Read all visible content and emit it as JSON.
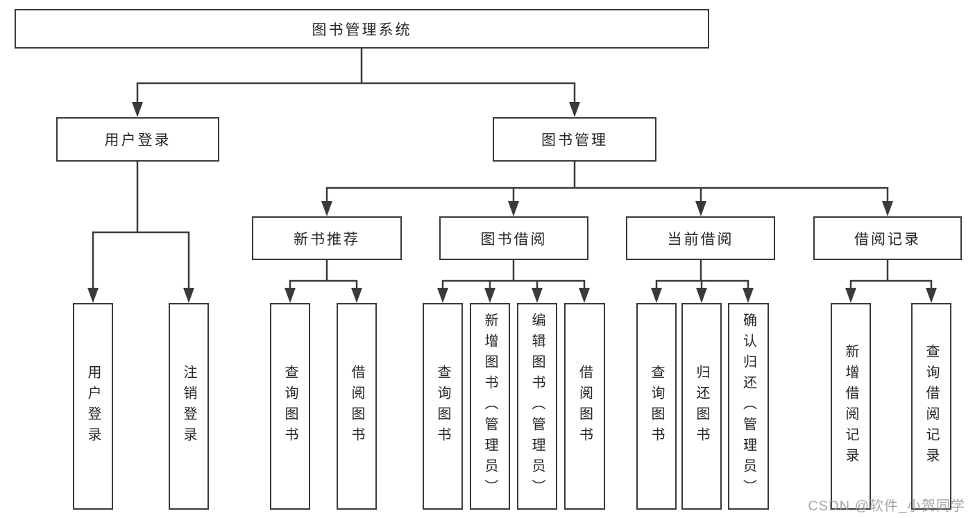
{
  "tree": {
    "label": "图书管理系统",
    "children": [
      {
        "label": "用户登录",
        "children": [
          {
            "label": "用户登录"
          },
          {
            "label": "注销登录"
          }
        ]
      },
      {
        "label": "图书管理",
        "children": [
          {
            "label": "新书推荐",
            "children": [
              {
                "label": "查询图书"
              },
              {
                "label": "借阅图书"
              }
            ]
          },
          {
            "label": "图书借阅",
            "children": [
              {
                "label": "查询图书"
              },
              {
                "label": "新增图书（管理员）"
              },
              {
                "label": "编辑图书（管理员）"
              },
              {
                "label": "借阅图书"
              }
            ]
          },
          {
            "label": "当前借阅",
            "children": [
              {
                "label": "查询图书"
              },
              {
                "label": "归还图书"
              },
              {
                "label": "确认归还（管理员）"
              }
            ]
          },
          {
            "label": "借阅记录",
            "children": [
              {
                "label": "新增借阅记录"
              },
              {
                "label": "查询借阅记录"
              }
            ]
          }
        ]
      }
    ]
  },
  "watermark": {
    "text": "CSDN @软件_小贺同学"
  },
  "colors": {
    "line": "#3a3a3a",
    "box_border": "#3a3a3a",
    "text": "#262626",
    "watermark": "#969696",
    "background": "#ffffff"
  }
}
